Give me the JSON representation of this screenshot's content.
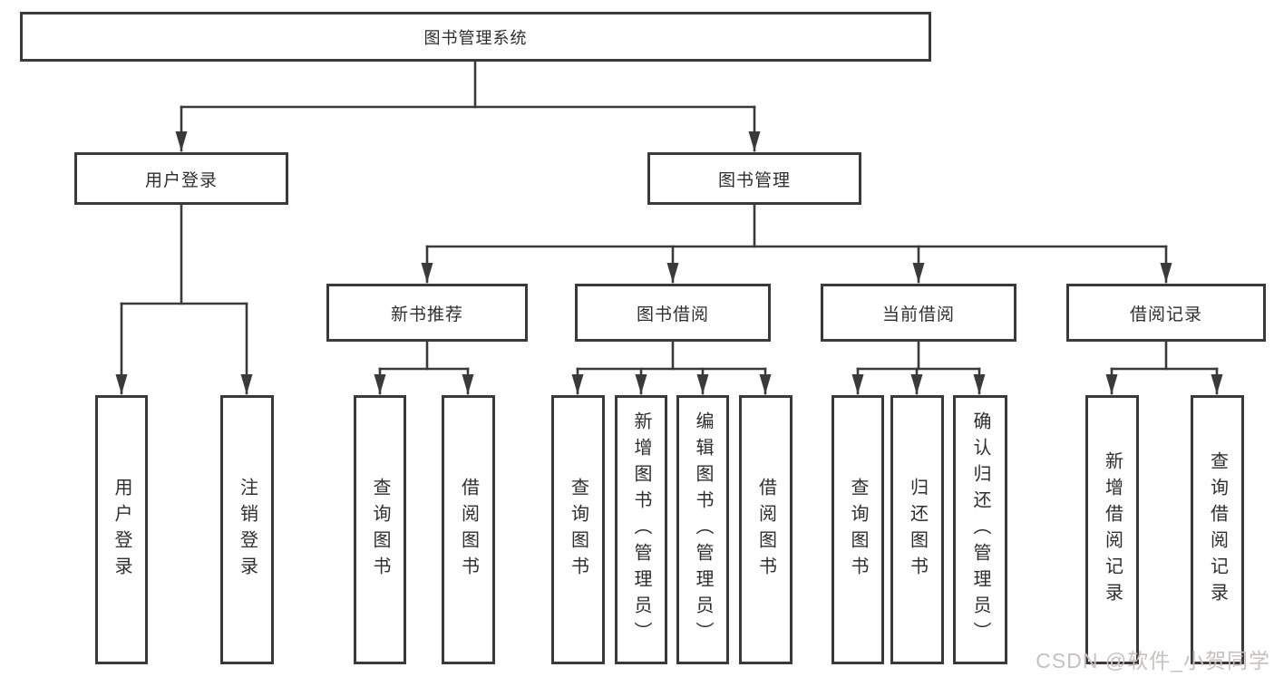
{
  "diagram": {
    "title": "图书管理系统",
    "root": {
      "label": "图书管理系统"
    },
    "level2": [
      {
        "label": "用户登录"
      },
      {
        "label": "图书管理"
      }
    ],
    "level3": [
      {
        "label": "新书推荐",
        "parent": "图书管理"
      },
      {
        "label": "图书借阅",
        "parent": "图书管理"
      },
      {
        "label": "当前借阅",
        "parent": "图书管理"
      },
      {
        "label": "借阅记录",
        "parent": "图书管理"
      }
    ],
    "leaves": [
      {
        "label": "用户登录",
        "parent": "用户登录"
      },
      {
        "label": "注销登录",
        "parent": "用户登录"
      },
      {
        "label": "查询图书",
        "parent": "新书推荐"
      },
      {
        "label": "借阅图书",
        "parent": "新书推荐"
      },
      {
        "label": "查询图书",
        "parent": "图书借阅"
      },
      {
        "label": "新增图书（管理员）",
        "parent": "图书借阅"
      },
      {
        "label": "编辑图书（管理员）",
        "parent": "图书借阅"
      },
      {
        "label": "借阅图书",
        "parent": "图书借阅"
      },
      {
        "label": "查询图书",
        "parent": "当前借阅"
      },
      {
        "label": "归还图书",
        "parent": "当前借阅"
      },
      {
        "label": "确认归还（管理员）",
        "parent": "当前借阅"
      },
      {
        "label": "新增借阅记录",
        "parent": "借阅记录"
      },
      {
        "label": "查询借阅记录",
        "parent": "借阅记录"
      }
    ]
  },
  "watermark": {
    "text": "CSDN @软件_小贺同学",
    "color": "#c6c0c0"
  },
  "colors": {
    "line": "#3a3a3a",
    "box_border": "#3a3a3a",
    "text": "#2e2e2e",
    "background": "#ffffff"
  }
}
